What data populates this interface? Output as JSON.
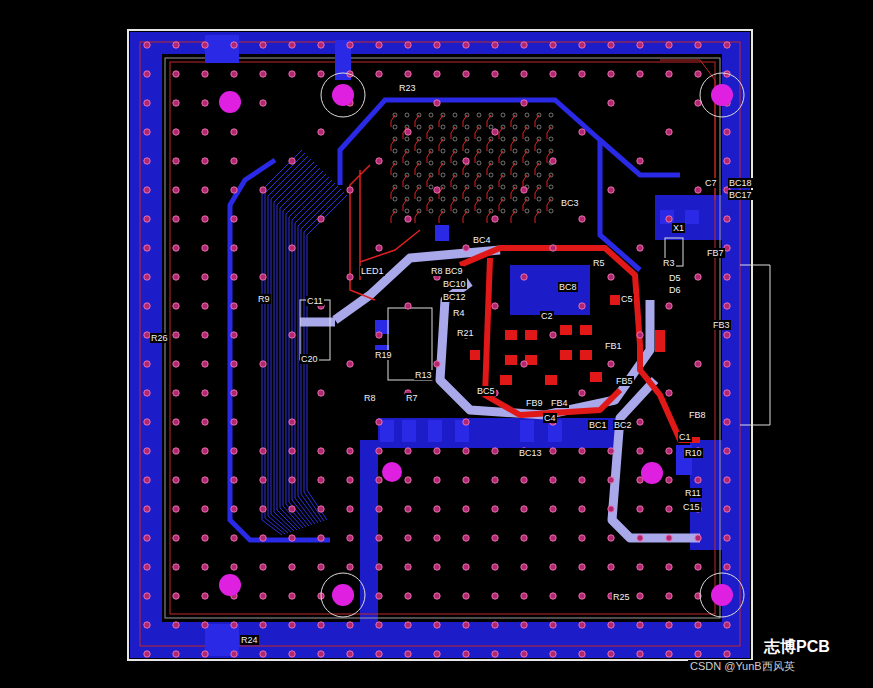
{
  "diagram": {
    "labels": [
      "R23",
      "BC3",
      "BC4",
      "BC9",
      "BC10",
      "BC12",
      "R8",
      "LED1",
      "R9",
      "C11",
      "C20",
      "R26",
      "R4",
      "R5",
      "BC8",
      "C2",
      "R21",
      "R19",
      "R13",
      "BC5",
      "R7",
      "R8",
      "FB9",
      "FB4",
      "C4",
      "BC1",
      "BC2",
      "FB5",
      "FB1",
      "BC13",
      "C5",
      "X1",
      "R3",
      "D5",
      "D6",
      "FB7",
      "FB3",
      "FB8",
      "C1",
      "R10",
      "R11",
      "C15",
      "R25",
      "R24",
      "C7",
      "BC18",
      "BC17",
      "志博PCB",
      "CSDN @YunB西风英"
    ]
  }
}
